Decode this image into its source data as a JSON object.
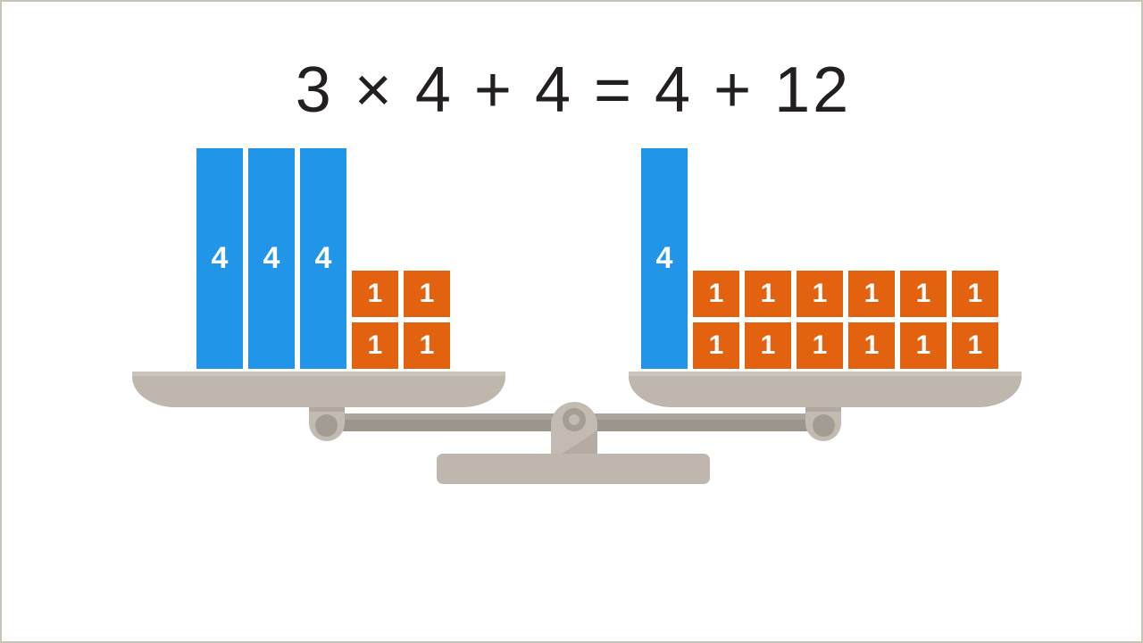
{
  "page": {
    "background_color": "#ffffff",
    "border_color": "#c9c2ba"
  },
  "equation": {
    "text": "3 × 4 + 4 = 4 + 12",
    "color": "#231f20",
    "left_expression": "3 × 4 + 4",
    "right_expression": "4 + 12",
    "relation": "="
  },
  "colors": {
    "blue_tile": "#2196e8",
    "orange_tile": "#e2620f",
    "scale_body": "#bfb7ad",
    "scale_beam": "#9c958c",
    "tile_label": "#ffffff"
  },
  "balance": {
    "state": "level",
    "parts": {
      "beam": "beam",
      "fulcrum": "fulcrum",
      "base": "base",
      "left_pan": "left-pan",
      "right_pan": "right-pan"
    }
  },
  "model": {
    "left_pan": {
      "name": "left-pan",
      "total_value": 16,
      "blue_bars": [
        {
          "label": "4",
          "value": 4
        },
        {
          "label": "4",
          "value": 4
        },
        {
          "label": "4",
          "value": 4
        }
      ],
      "orange_units": [
        {
          "label": "1",
          "value": 1
        },
        {
          "label": "1",
          "value": 1
        },
        {
          "label": "1",
          "value": 1
        },
        {
          "label": "1",
          "value": 1
        }
      ],
      "orange_grid": {
        "columns": 2,
        "rows": 2
      }
    },
    "right_pan": {
      "name": "right-pan",
      "total_value": 16,
      "blue_bars": [
        {
          "label": "4",
          "value": 4
        }
      ],
      "orange_units": [
        {
          "label": "1",
          "value": 1
        },
        {
          "label": "1",
          "value": 1
        },
        {
          "label": "1",
          "value": 1
        },
        {
          "label": "1",
          "value": 1
        },
        {
          "label": "1",
          "value": 1
        },
        {
          "label": "1",
          "value": 1
        },
        {
          "label": "1",
          "value": 1
        },
        {
          "label": "1",
          "value": 1
        },
        {
          "label": "1",
          "value": 1
        },
        {
          "label": "1",
          "value": 1
        },
        {
          "label": "1",
          "value": 1
        },
        {
          "label": "1",
          "value": 1
        }
      ],
      "orange_grid": {
        "columns": 6,
        "rows": 2
      }
    }
  }
}
